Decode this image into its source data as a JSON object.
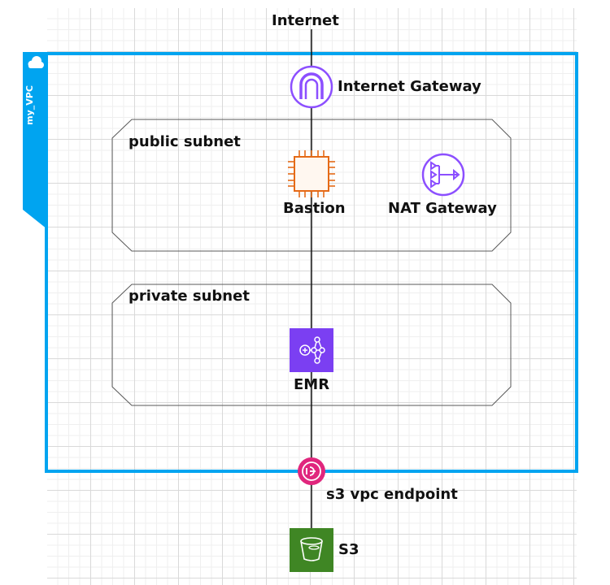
{
  "diagram": {
    "internet_label": "Internet",
    "vpc_label": "my_VPC",
    "internet_gateway_label": "Internet Gateway",
    "public_subnet_label": "public subnet",
    "private_subnet_label": "private subnet",
    "bastion_label": "Bastion",
    "nat_gateway_label": "NAT Gateway",
    "emr_label": "EMR",
    "endpoint_label": "s3 vpc endpoint",
    "s3_label": "S3"
  },
  "colors": {
    "vpc_border": "#00a4f0",
    "gateway_purple": "#8c4fff",
    "compute_orange": "#e56a17",
    "analytics_purple": "#7b3ff2",
    "endpoint_pink": "#e0267d",
    "storage_green": "#3f8624",
    "subnet_border": "#595959"
  },
  "icons": {
    "internet_gateway": "internet-gateway-icon",
    "bastion": "ec2-instance-chip-icon",
    "nat_gateway": "nat-gateway-icon",
    "emr": "emr-cluster-icon",
    "endpoint": "vpc-endpoint-icon",
    "s3": "s3-bucket-icon",
    "vpc": "cloud-icon"
  }
}
